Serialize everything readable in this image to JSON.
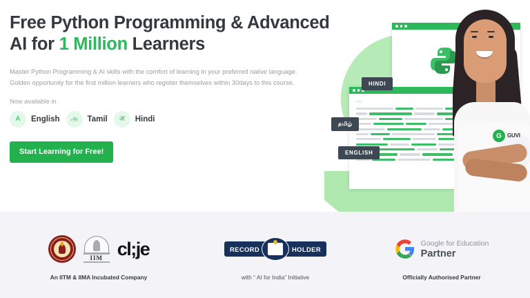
{
  "hero": {
    "headline_part1": "Free Python Programming & Advanced",
    "headline_part2_pre": "AI for ",
    "headline_accent": "1 Million",
    "headline_part2_post": " Learners",
    "subcopy_line1": "Master Python Programming & AI skills with the comfort of learning in your preferred native language.",
    "subcopy_line2": "Golden opportunity for the first million learners who register themselves within 30days to this course.",
    "available_label": "Now available in",
    "languages": [
      {
        "badge": "A",
        "name": "English"
      },
      {
        "badge": "அ",
        "name": "Tamil"
      },
      {
        "badge": "अ",
        "name": "Hindi"
      }
    ],
    "cta_label": "Start Learning for Free!",
    "art": {
      "tags": [
        "HINDI",
        "தமிழ்",
        "ENGLISH"
      ],
      "code_tag": "</>",
      "window_dots": 3
    },
    "brand_shirt_logo": "G",
    "brand_shirt_text": "GUVI"
  },
  "footer": {
    "columns": [
      {
        "caption": "An IITM & IIMA Incubated Company",
        "wordmark": "cl;je",
        "seal_iima_text": "IIM"
      },
      {
        "caption": "with “ AI for India” Initiative",
        "badge_left": "RECORD",
        "badge_right": "HOLDER"
      },
      {
        "caption": "Officially Authorised Partner",
        "google_line1": "Google for Education",
        "google_line2": "Partner"
      }
    ]
  },
  "colors": {
    "accent_green": "#22b14c",
    "text_green": "#2eb85c",
    "heading": "#34393f",
    "body_text": "#9a9ca1",
    "tag_slate": "#3d4852",
    "footer_bg": "#f4f4f8",
    "circle_green": "#b6eab6",
    "navy": "#17315c",
    "iitm_maroon": "#8c1d1d"
  }
}
